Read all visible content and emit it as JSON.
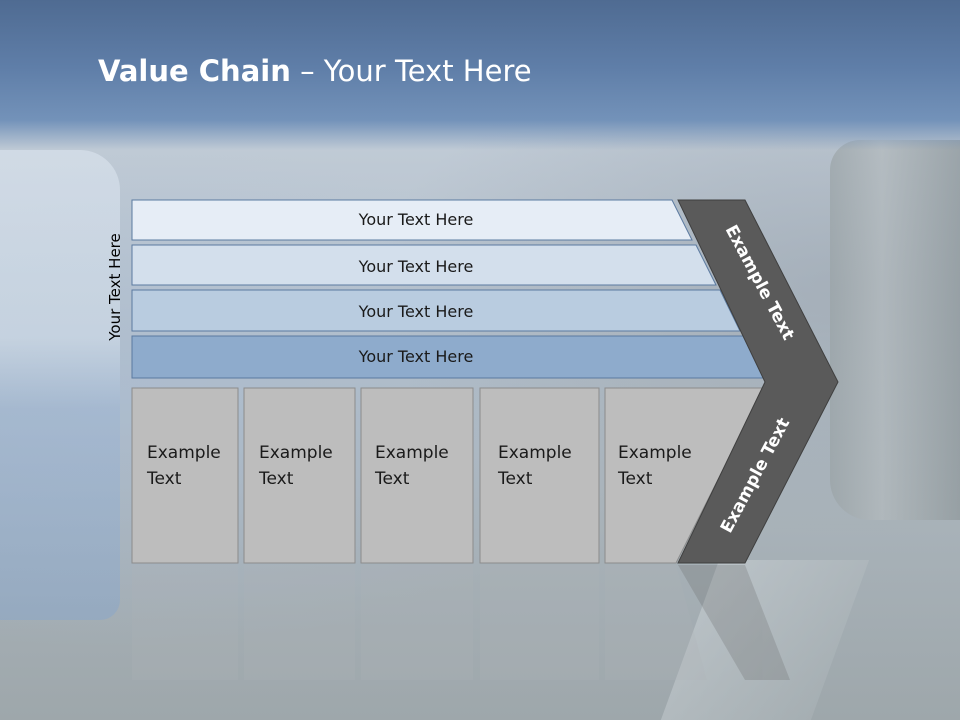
{
  "slide": {
    "title_bold": "Value Chain",
    "title_rest": " – Your Text Here",
    "side_label": "Your Text Here"
  },
  "bars": [
    {
      "label": "Your Text Here",
      "color": "#e6edf6"
    },
    {
      "label": "Your Text Here",
      "color": "#d3dfec"
    },
    {
      "label": "Your Text Here",
      "color": "#b9cce0"
    },
    {
      "label": "Your Text Here",
      "color": "#8eabcc"
    }
  ],
  "boxes": [
    {
      "line1": "Example",
      "line2": "Text"
    },
    {
      "line1": "Example",
      "line2": "Text"
    },
    {
      "line1": "Example",
      "line2": "Text"
    },
    {
      "line1": "Example",
      "line2": "Text"
    },
    {
      "line1": "Example",
      "line2": "Text"
    }
  ],
  "chevron": {
    "upper_label": "Example Text",
    "lower_label": "Example Text",
    "color": "#5a5a5a"
  },
  "colors": {
    "box_fill": "#bdbdbd",
    "box_stroke": "#8c8c8c",
    "bar_stroke": "#5b7aa0",
    "header": "#5f7ea8"
  }
}
